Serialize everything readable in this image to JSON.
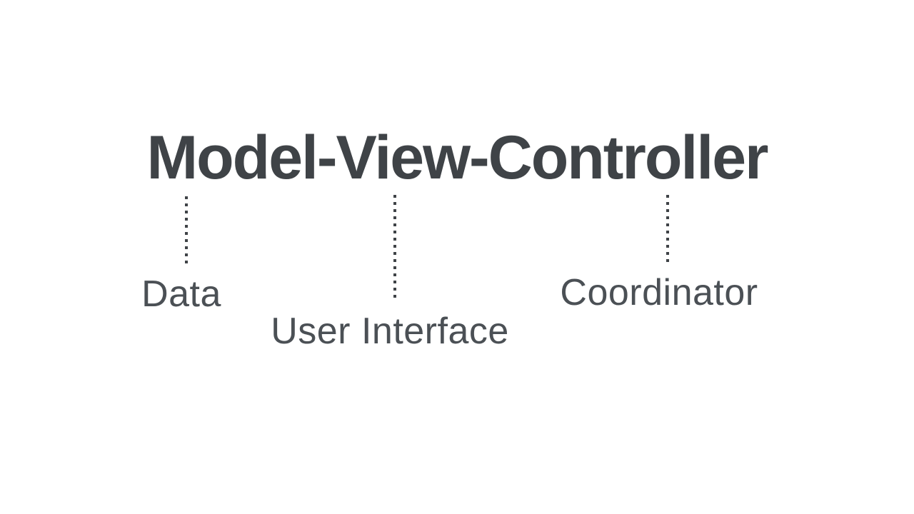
{
  "theme": {
    "background": "#ffffff",
    "ink": "#3f4347",
    "label-ink": "#4b5055"
  },
  "title": {
    "text": "Model-View-Controller"
  },
  "diagram": {
    "parts": [
      {
        "term": "Model",
        "label": "Data"
      },
      {
        "term": "View",
        "label": "User Interface"
      },
      {
        "term": "Controller",
        "label": "Coordinator"
      }
    ]
  }
}
